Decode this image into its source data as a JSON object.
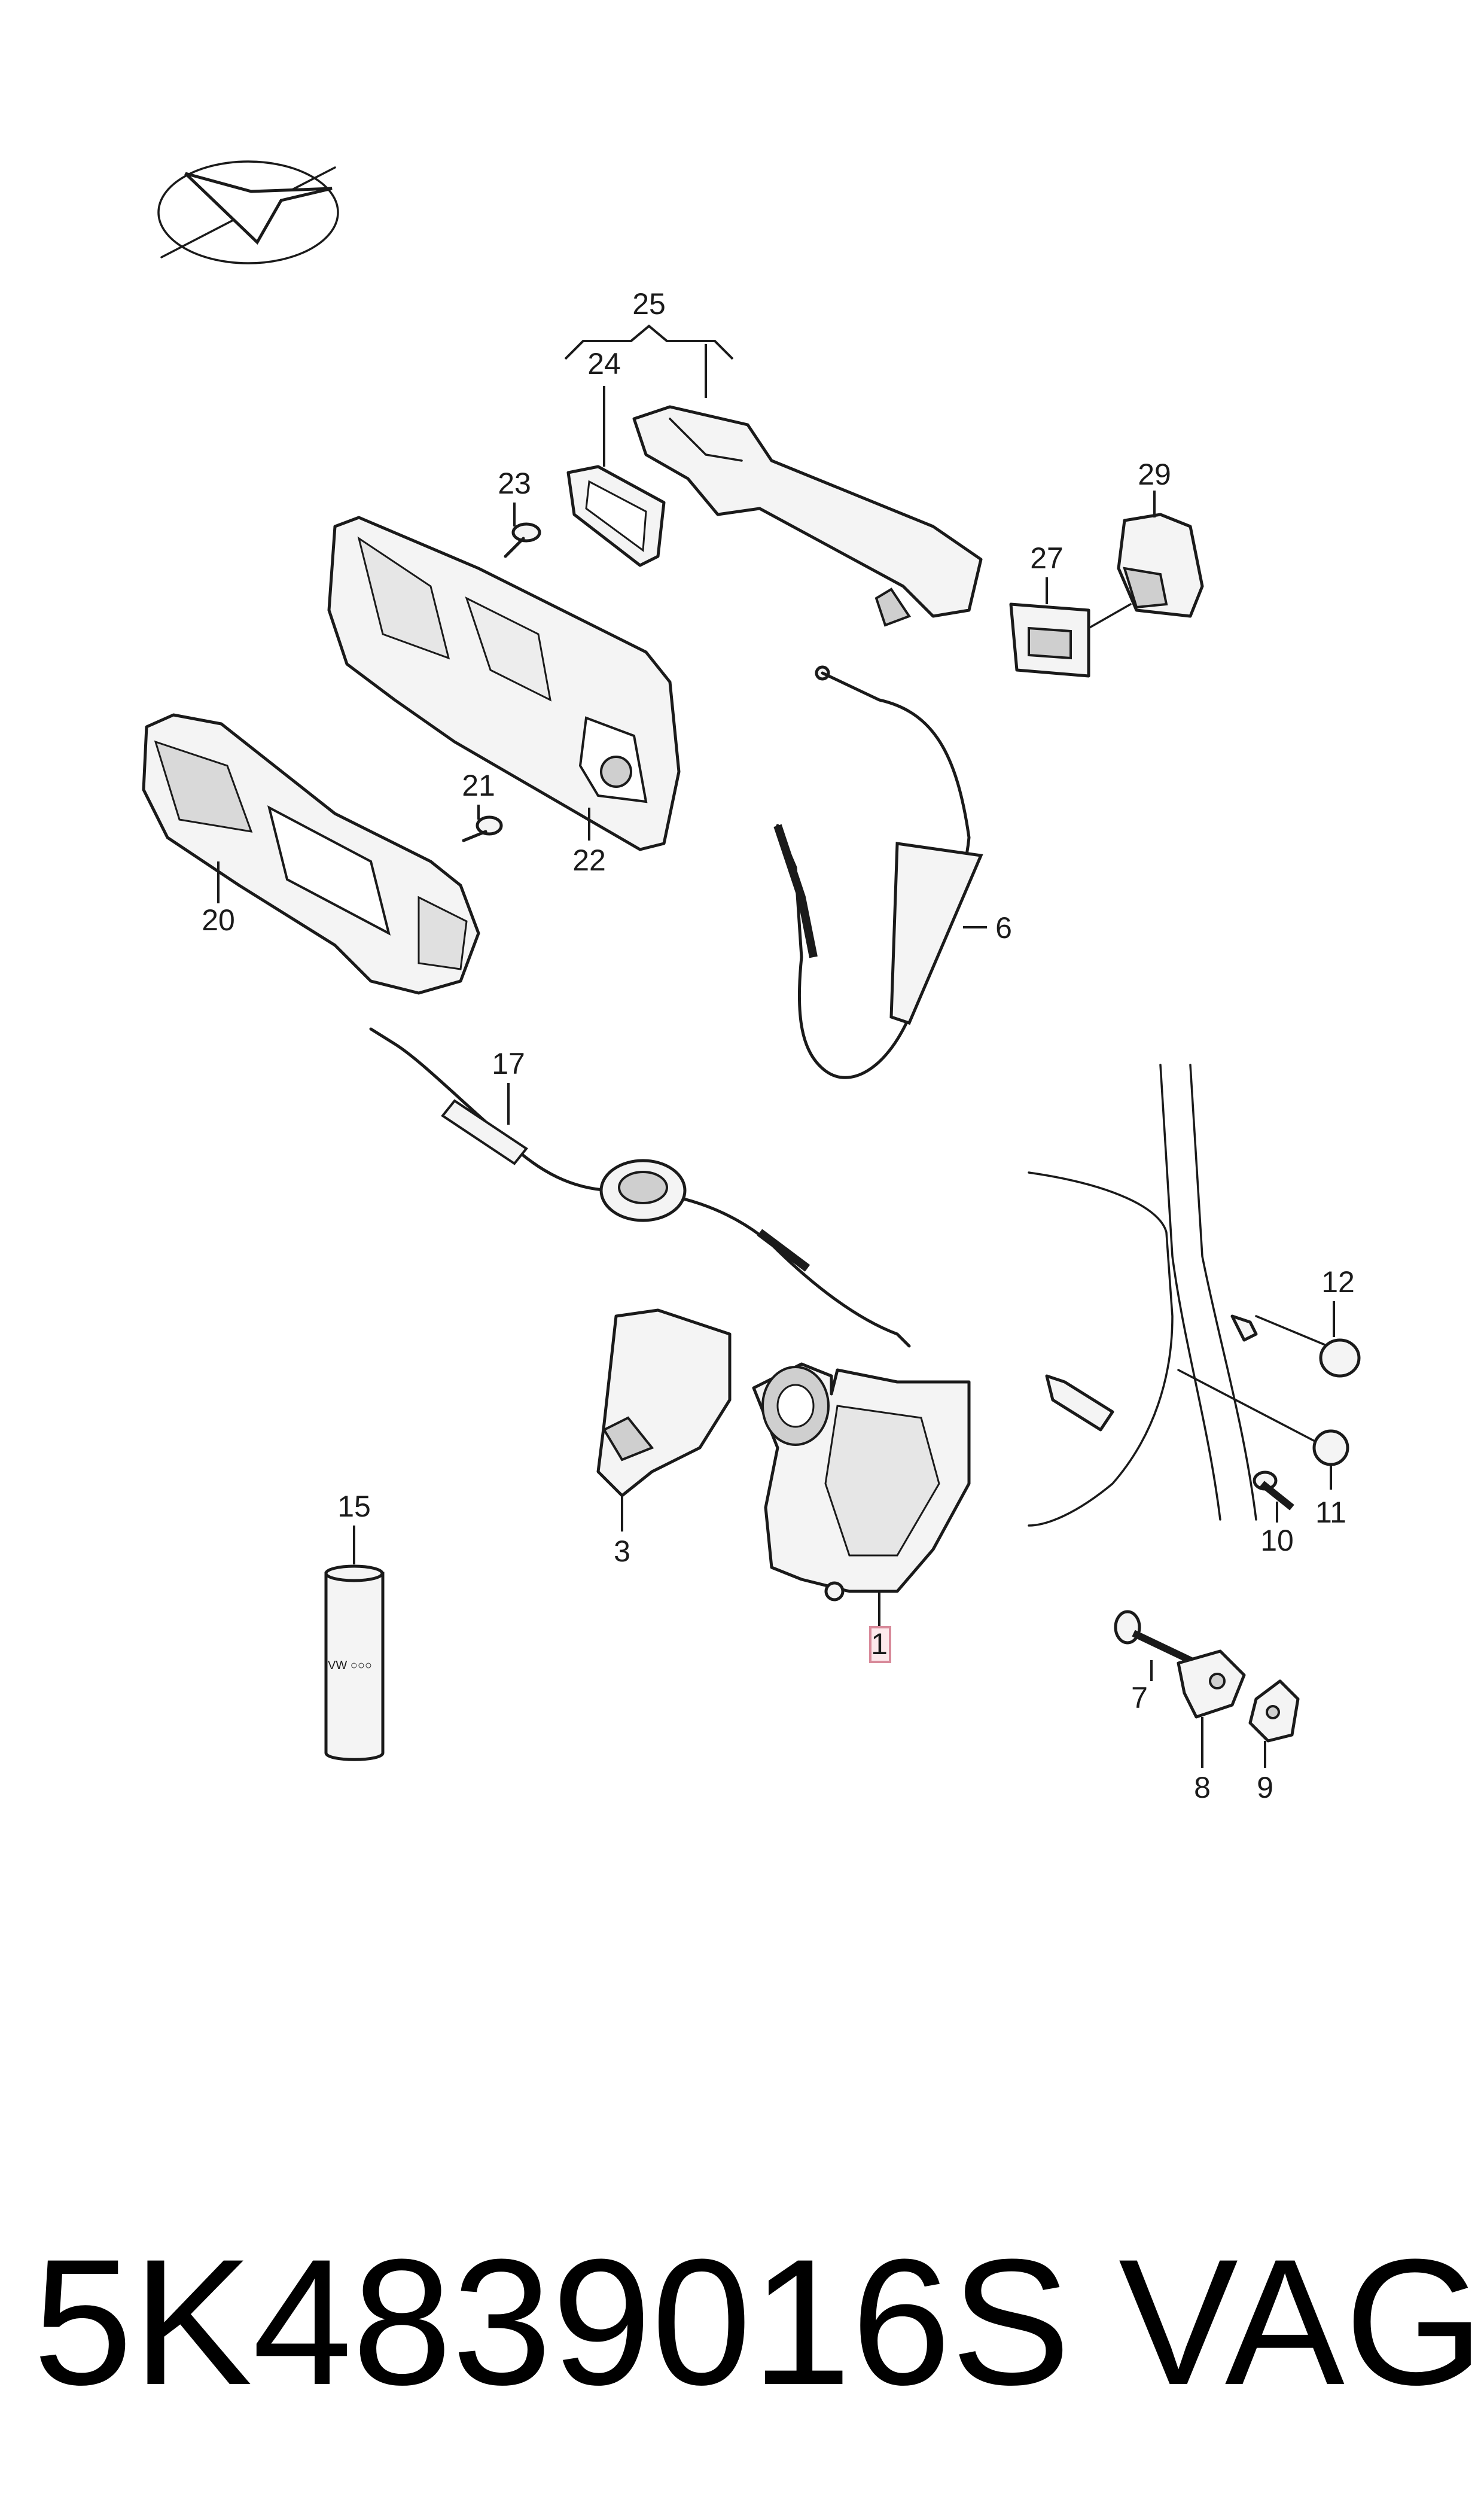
{
  "callouts": {
    "c1": "1",
    "c3": "3",
    "c6": "6",
    "c7": "7",
    "c8": "8",
    "c9": "9",
    "c10": "10",
    "c11": "11",
    "c12": "12",
    "c15": "15",
    "c17": "17",
    "c20": "20",
    "c21": "21",
    "c22": "22",
    "c23": "23",
    "c24": "24",
    "c25": "25",
    "c27": "27",
    "c29": "29"
  },
  "footer": {
    "part_number": "5K4839016S",
    "brand": "VAG"
  },
  "colors": {
    "highlight": "#d88a9a",
    "line": "#1a1a1a"
  }
}
